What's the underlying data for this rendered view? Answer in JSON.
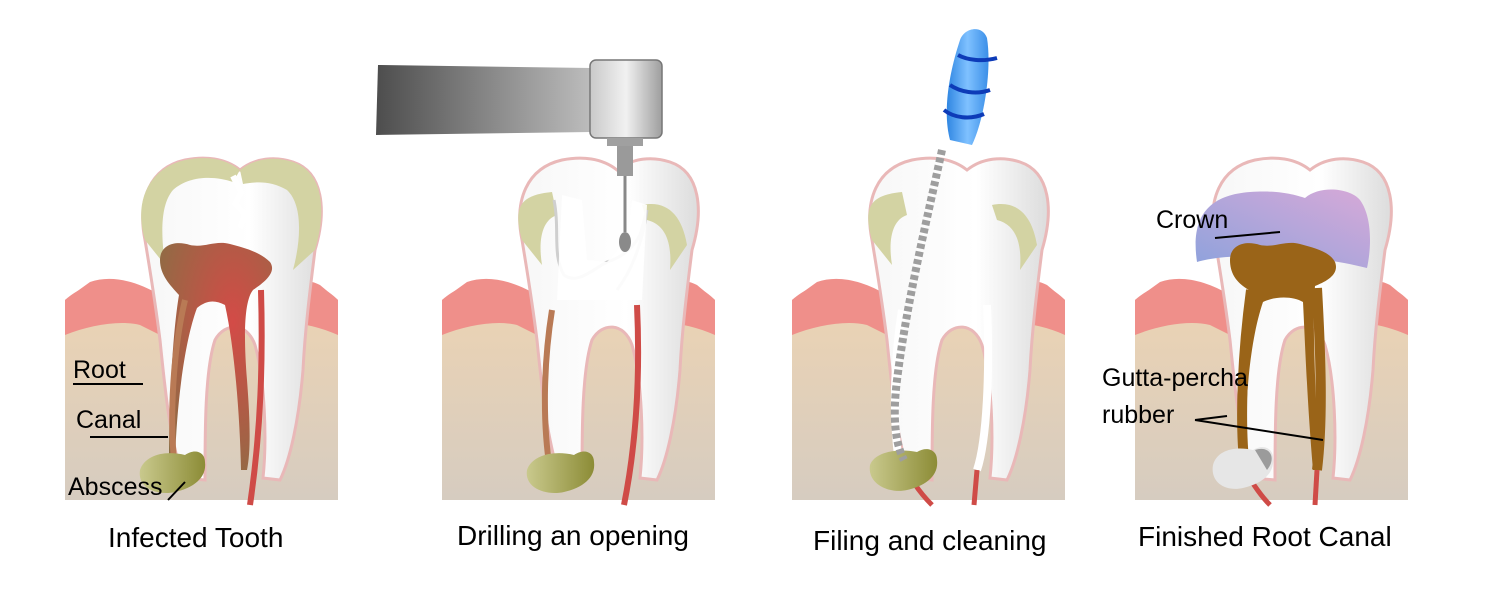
{
  "stages": [
    {
      "caption": "Infected Tooth"
    },
    {
      "caption": "Drilling an opening"
    },
    {
      "caption": "Filing and cleaning"
    },
    {
      "caption": "Finished Root Canal"
    }
  ],
  "labels": {
    "root": "Root",
    "canal": "Canal",
    "abscess": "Abscess",
    "crown": "Crown",
    "gutta_line1": "Gutta-percha",
    "gutta_line2": "rubber"
  },
  "colors": {
    "gum": "#ef8f8a",
    "bone": "#e2ccad",
    "enamel": "#d3d3a3",
    "pulp_infected": "#c04a45",
    "abscess": "#9a9a42",
    "crown": "#a79fdc",
    "gutta_percha": "#9a6418",
    "file_handle": "#4aa2f0"
  }
}
